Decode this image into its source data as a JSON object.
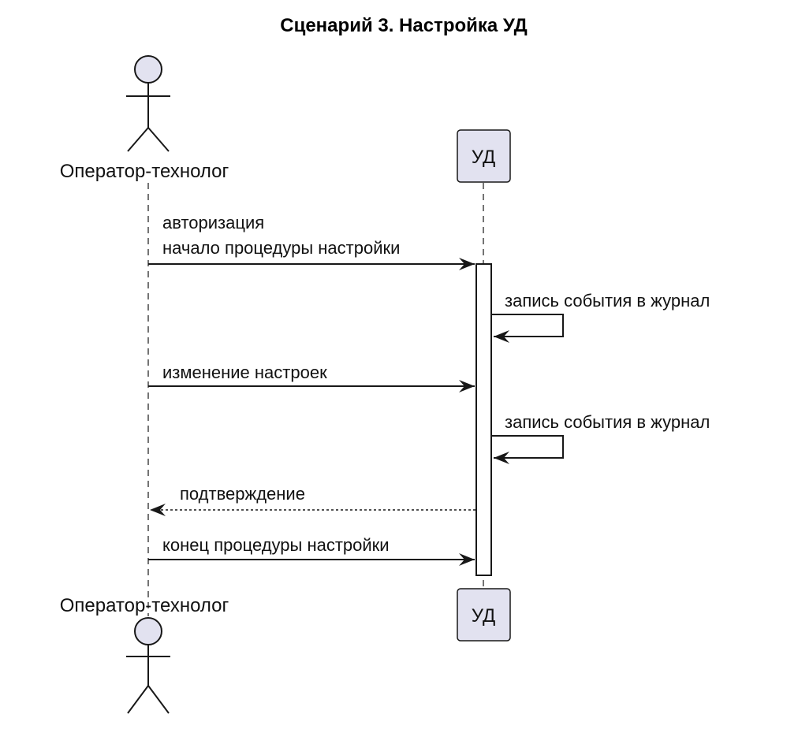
{
  "diagram": {
    "title": "Сценарий 3. Настройка УД",
    "participants": {
      "actor": "Оператор-технолог",
      "system": "УД"
    },
    "messages": [
      {
        "lines": [
          "авторизация",
          "начало процедуры настройки"
        ],
        "kind": "sync"
      },
      {
        "lines": [
          "запись события в журнал"
        ],
        "kind": "self"
      },
      {
        "lines": [
          "изменение настроек"
        ],
        "kind": "sync"
      },
      {
        "lines": [
          "запись события в журнал"
        ],
        "kind": "self"
      },
      {
        "lines": [
          "подтверждение"
        ],
        "kind": "return"
      },
      {
        "lines": [
          "конец процедуры настройки"
        ],
        "kind": "sync"
      }
    ],
    "colors": {
      "participant_fill": "#e2e2f0",
      "participant_stroke": "#181818",
      "line": "#181818",
      "lifeline": "#181818"
    }
  }
}
